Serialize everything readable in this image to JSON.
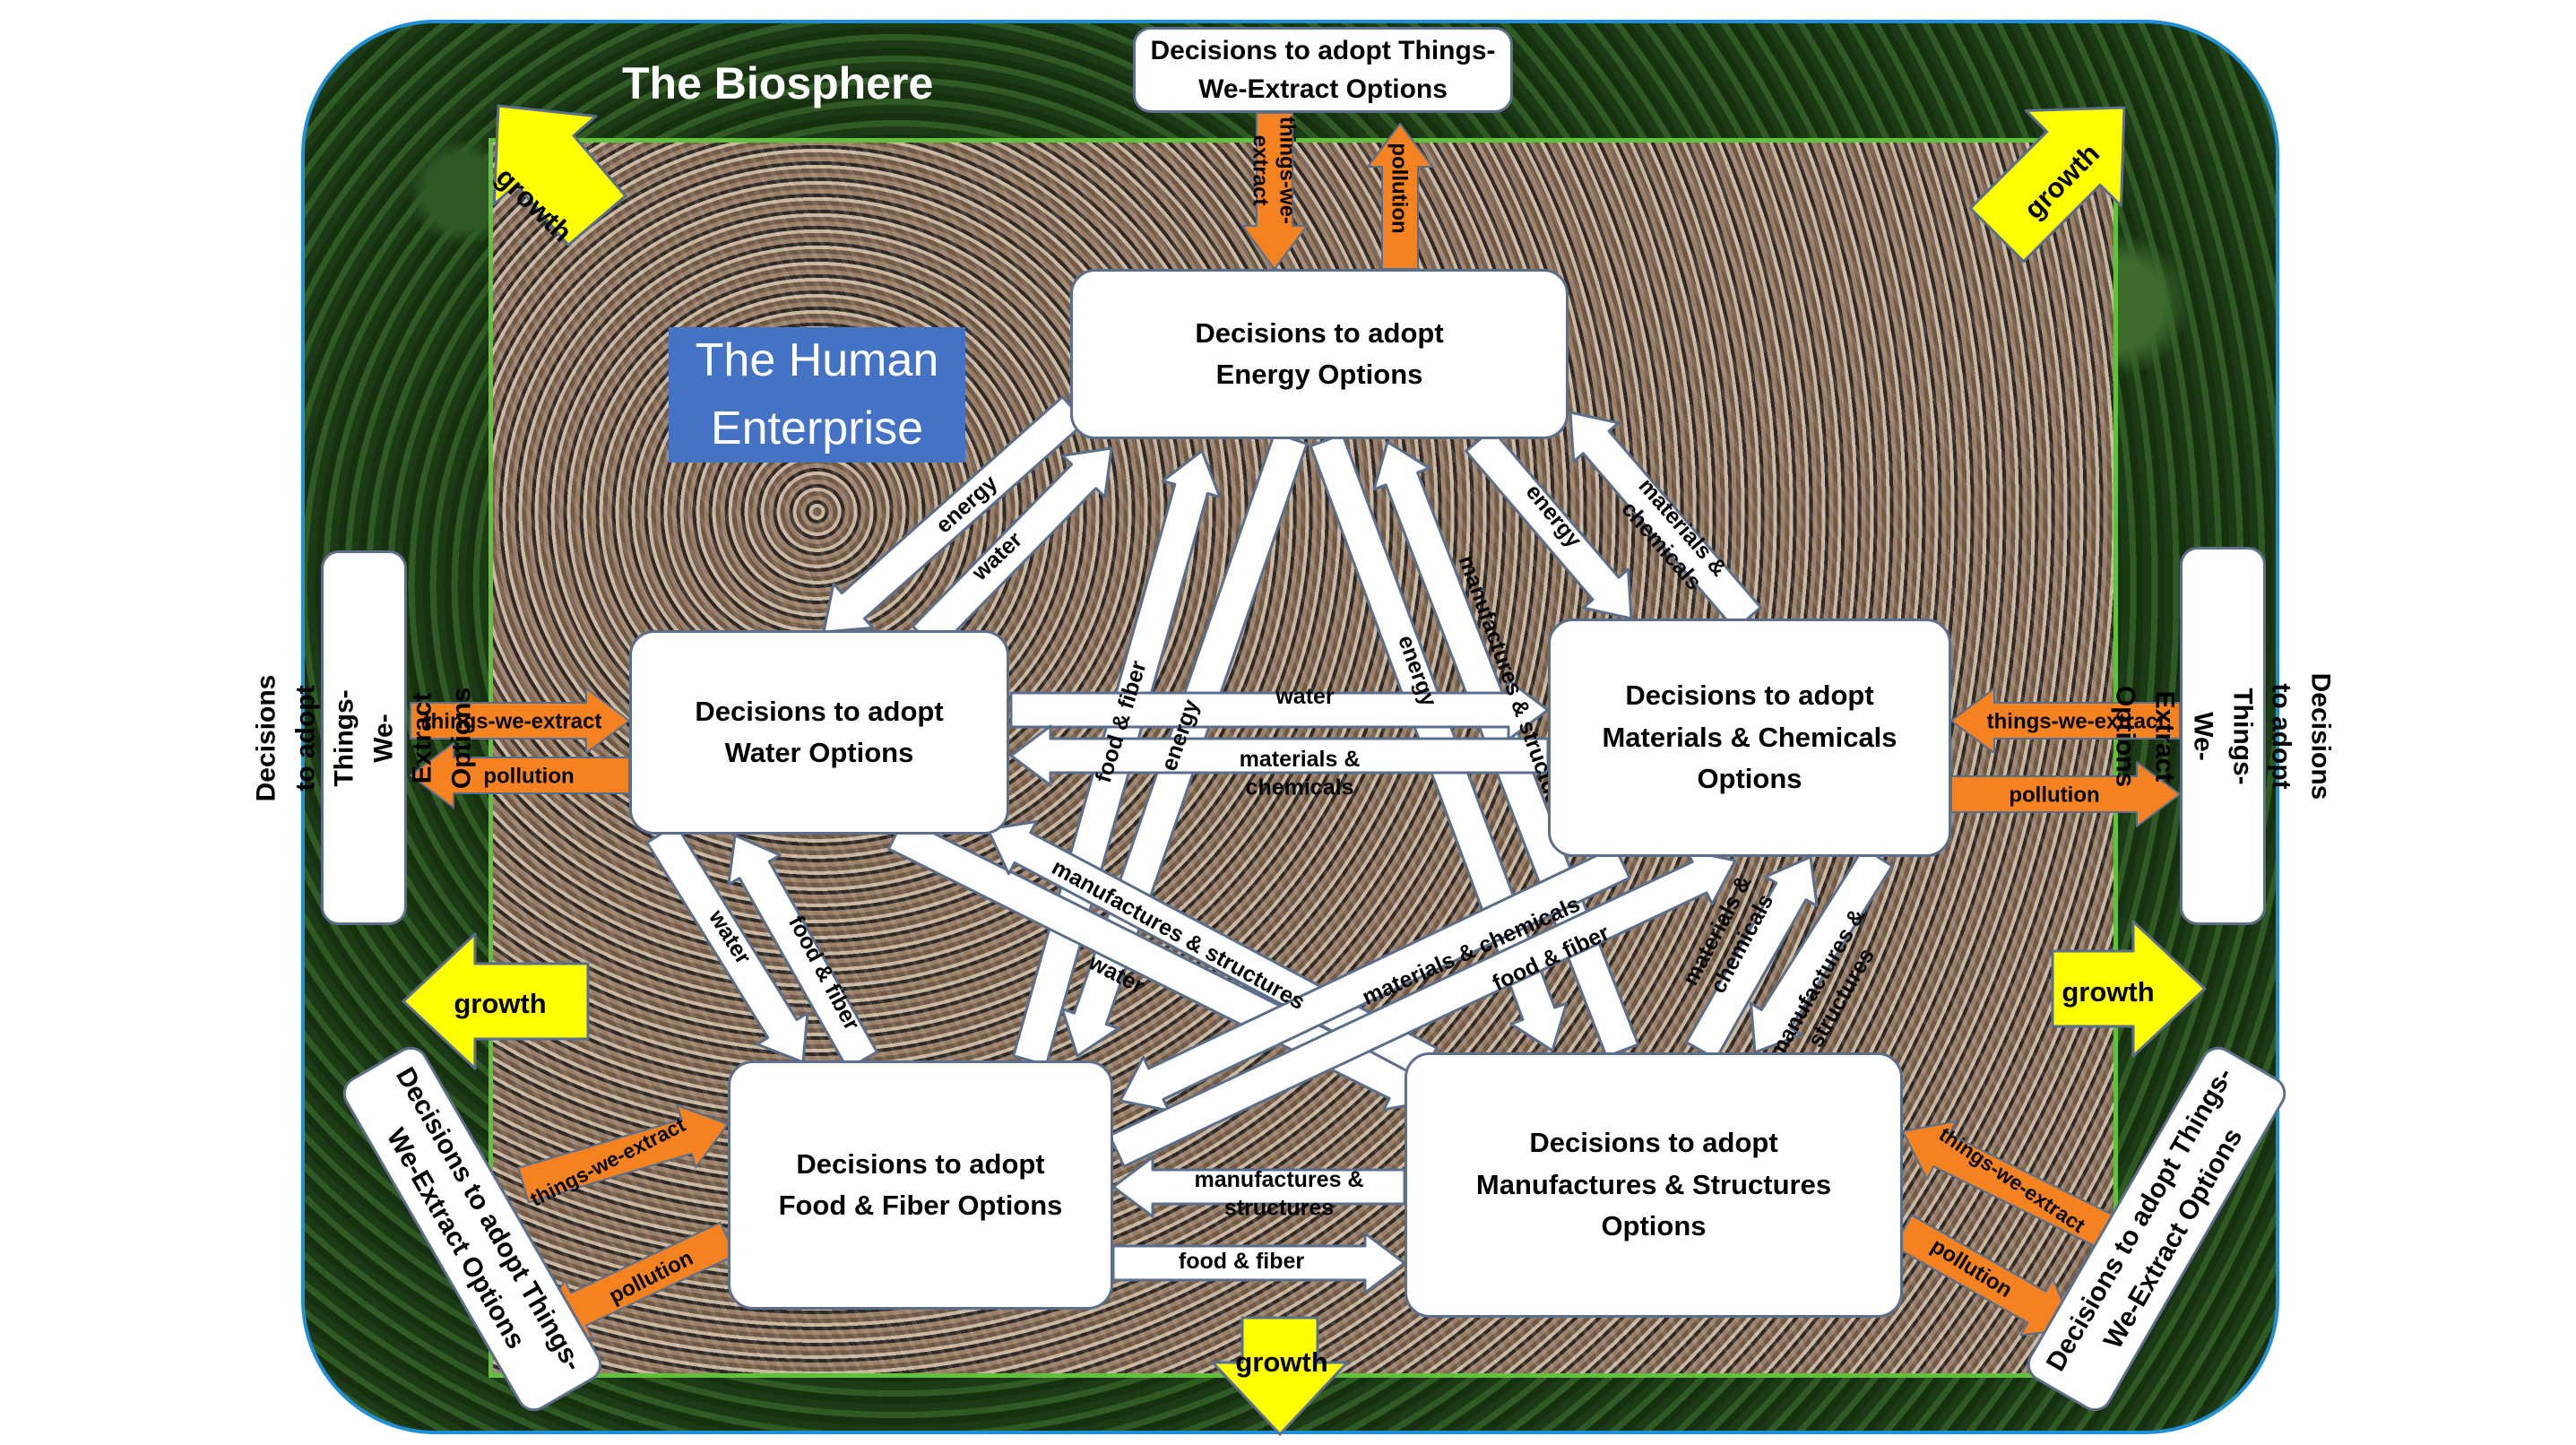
{
  "biosphere": {
    "title": "The Biosphere"
  },
  "enterprise": {
    "title": "The Human\nEnterprise"
  },
  "nodes": {
    "energy": "Decisions to adopt\nEnergy Options",
    "water": "Decisions to adopt\nWater Options",
    "materials": "Decisions to adopt\nMaterials & Chemicals\nOptions",
    "food": "Decisions to adopt\nFood & Fiber Options",
    "manufactures": "Decisions to adopt\nManufactures & Structures\nOptions"
  },
  "extract_boxes": {
    "top": "Decisions to adopt Things-\nWe-Extract Options",
    "left": "Decisions to adopt Things-\nWe-Extract Options",
    "right": "Decisions to adopt Things-\nWe-Extract Options",
    "bottom_left": "Decisions to adopt Things-\nWe-Extract Options",
    "bottom_right": "Decisions to adopt Things-\nWe-Extract Options"
  },
  "flow_labels": {
    "energy": "energy",
    "water": "water",
    "food_fiber": "food & fiber",
    "materials_chemicals": "materials & chemicals",
    "materials_chemicals_wrapped": "materials &\nchemicals",
    "manufactures_structures": "manufactures & structures",
    "manufactures_structures_wrapped": "manufactures &\nstructures",
    "things_we_extract": "things-we-extract",
    "things_we_extract_wrapped": "things-we-\nextract",
    "pollution": "pollution",
    "growth": "growth"
  },
  "colors": {
    "frame_blue": "#1f8fd6",
    "enterprise_green": "#62c13a",
    "title_blue": "#4472c4",
    "orange_arrow": "#f58220",
    "yellow_arrow": "#ffff00",
    "white_arrow": "#ffffff",
    "outline": "#5b6f8c"
  }
}
